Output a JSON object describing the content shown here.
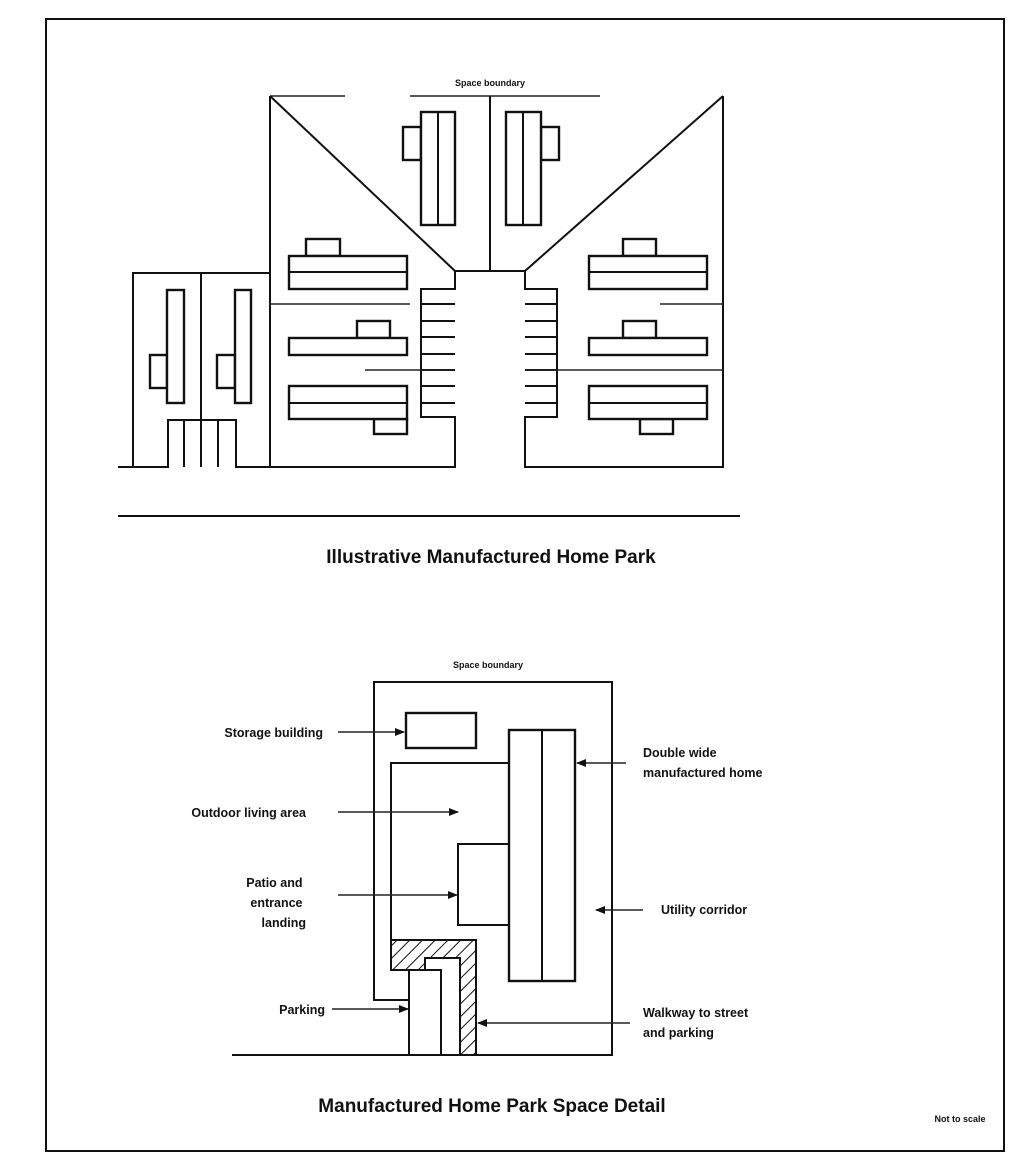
{
  "figure": {
    "top_diagram": {
      "caption": "Illustrative Manufactured Home Park",
      "boundary_label": "Space boundary"
    },
    "bottom_diagram": {
      "caption": "Manufactured Home Park Space Detail",
      "boundary_label": "Space boundary",
      "callouts": {
        "storage_building": [
          "Storage building"
        ],
        "outdoor_living_area": [
          "Outdoor living area"
        ],
        "patio": [
          "Patio and",
          "entrance",
          "landing"
        ],
        "parking": [
          "Parking"
        ],
        "double_wide": [
          "Double wide",
          "manufactured home"
        ],
        "utility_corridor": [
          "Utility corridor"
        ],
        "walkway": [
          "Walkway to street",
          "and parking"
        ]
      }
    },
    "scale_note": "Not to scale"
  }
}
